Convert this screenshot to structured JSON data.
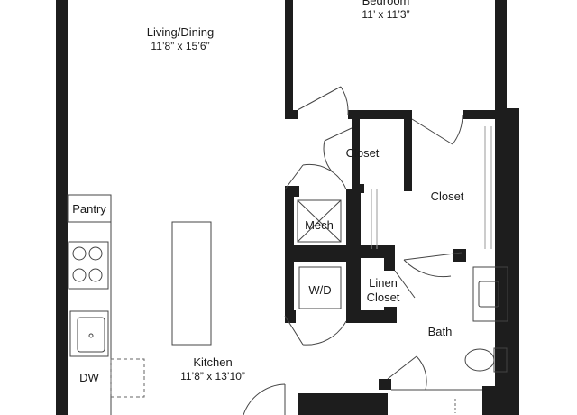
{
  "rooms": {
    "living": {
      "name": "Living/Dining",
      "dims": "11’8” x 15’6”"
    },
    "bedroom": {
      "name": "Bedroom",
      "dims": "11’ x 11’3”"
    },
    "kitchen": {
      "name": "Kitchen",
      "dims": "11’8” x 13’10”"
    },
    "closet_small": {
      "name": "Closet"
    },
    "closet_large": {
      "name": "Closet"
    },
    "linen_closet": {
      "name": "Linen Closet",
      "line1": "Linen",
      "line2": "Closet"
    },
    "bath": {
      "name": "Bath"
    },
    "pantry": {
      "name": "Pantry"
    }
  },
  "fixtures": {
    "mech": "Mech",
    "wd": "W/D",
    "dw": "DW"
  },
  "colors": {
    "wall": "#1d1d1d",
    "line": "#444444",
    "light": "#9a9a9a"
  }
}
